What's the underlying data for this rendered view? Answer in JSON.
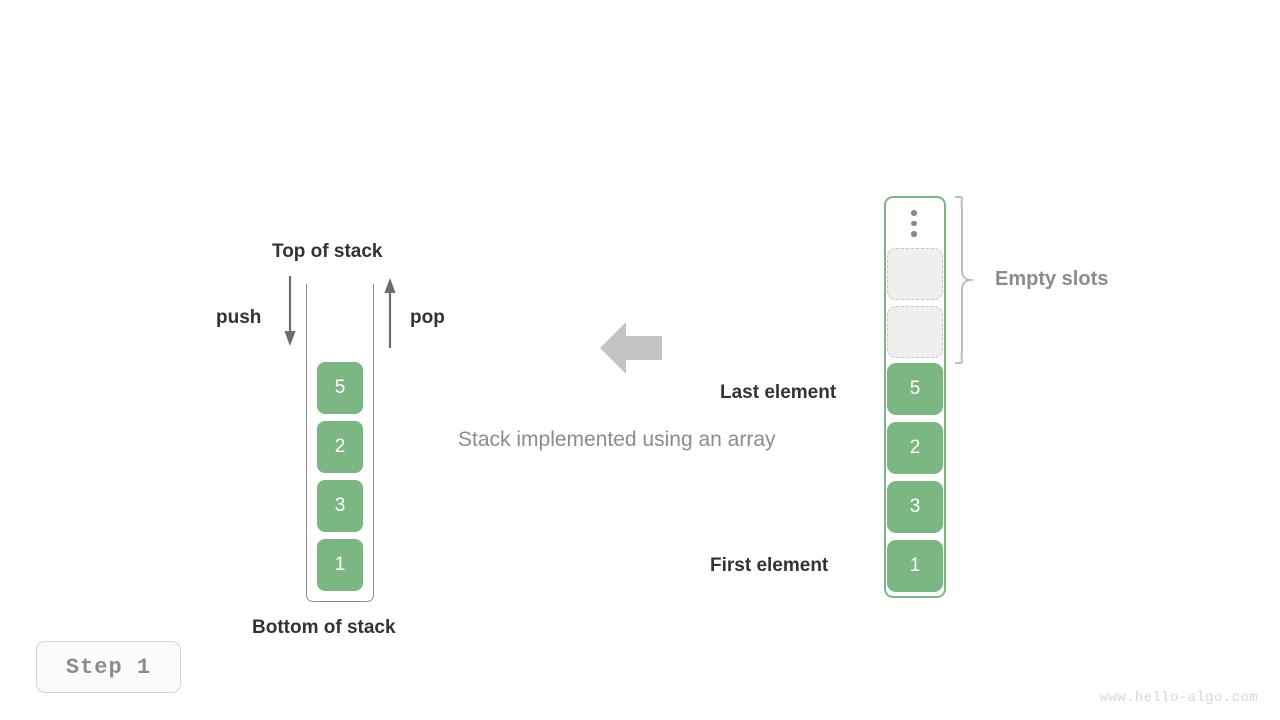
{
  "diagram": {
    "caption": "Stack implemented using an array",
    "watermark": "www.hello-algo.com",
    "step_badge": "Step 1",
    "colors": {
      "element_green": "#7cb682",
      "empty_slot_fill": "#efefef",
      "empty_slot_border": "#c9c9c9",
      "label_dark": "#333333",
      "label_gray": "#8c8c8c",
      "arrow_gray": "#c4c4c4",
      "container_stroke": "#8a8a8a",
      "array_border": "#7cb682"
    }
  },
  "left_stack": {
    "top_label": "Top of stack",
    "bottom_label": "Bottom of stack",
    "push_label": "push",
    "pop_label": "pop",
    "elements": [
      {
        "value": "5"
      },
      {
        "value": "2"
      },
      {
        "value": "3"
      },
      {
        "value": "1"
      }
    ]
  },
  "right_array": {
    "empty_slots_label": "Empty slots",
    "last_element_label": "Last element",
    "first_element_label": "First element",
    "ellipsis_icon": "vertical-ellipsis-icon",
    "slots": [
      {
        "type": "ellipsis",
        "value": ""
      },
      {
        "type": "empty",
        "value": ""
      },
      {
        "type": "empty",
        "value": ""
      },
      {
        "type": "filled",
        "value": "5"
      },
      {
        "type": "filled",
        "value": "2"
      },
      {
        "type": "filled",
        "value": "3"
      },
      {
        "type": "filled",
        "value": "1"
      }
    ]
  },
  "chart_data": {
    "type": "diagram",
    "title": "Stack implemented using an array",
    "left_structure": {
      "name": "stack",
      "orientation": "bottom-to-top",
      "values_top_to_bottom": [
        "5",
        "2",
        "3",
        "1"
      ],
      "operations": [
        "push",
        "pop"
      ]
    },
    "right_structure": {
      "name": "array",
      "orientation": "bottom-to-top",
      "filled_values_top_to_bottom": [
        "5",
        "2",
        "3",
        "1"
      ],
      "empty_slot_count": 2,
      "has_ellipsis": true
    }
  }
}
